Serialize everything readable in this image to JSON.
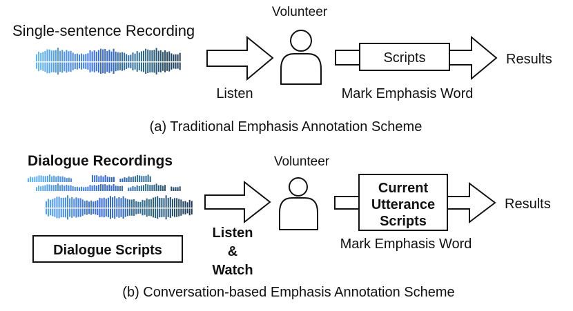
{
  "panel_a": {
    "recording_label": "Single-sentence Recording",
    "arrow_in_label": "Listen",
    "actor_label": "Volunteer",
    "scripts_box_label": "Scripts",
    "task_label": "Mark Emphasis Word",
    "output_label": "Results",
    "caption": "(a) Traditional Emphasis Annotation Scheme"
  },
  "panel_b": {
    "recording_label": "Dialogue Recordings",
    "dialogue_scripts_label": "Dialogue Scripts",
    "arrow_in_label_lines": [
      "Listen",
      "&",
      "Watch"
    ],
    "actor_label": "Volunteer",
    "scripts_box_label_lines": [
      "Current",
      "Utterance",
      "Scripts"
    ],
    "task_label": "Mark Emphasis Word",
    "output_label": "Results",
    "caption": "(b) Conversation-based Emphasis Annotation Scheme"
  },
  "icons": {
    "waveform": "audio-waveform-icon",
    "person": "person-icon",
    "arrow": "block-arrow-right"
  },
  "colors": {
    "waveform_gradient": [
      "#5ab0f5",
      "#3a6fe0",
      "#2e6a8e",
      "#1f3f5e"
    ],
    "stroke": "#111111"
  }
}
